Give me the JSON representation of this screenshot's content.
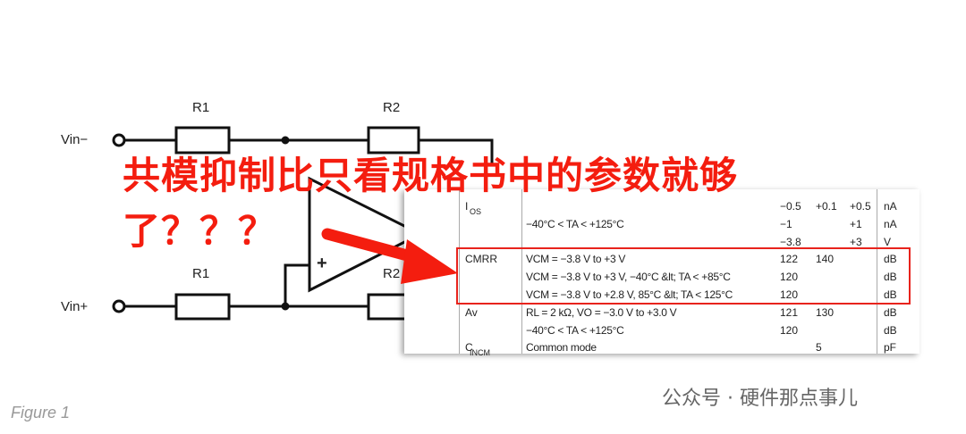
{
  "circuit": {
    "vin_minus": "Vin−",
    "vin_plus": "Vin+",
    "r1_top": "R1",
    "r2_top": "R2",
    "r1_bottom": "R1",
    "r2_bottom": "R2",
    "plus": "+"
  },
  "overlay": {
    "line1": "共模抑制比只看规格书中的参数就够",
    "line2": "了？？？",
    "color": "#f41d0f"
  },
  "table": {
    "rows": [
      {
        "param": "I",
        "sub": "OS",
        "cond": "",
        "min": "−0.5",
        "typ": "+0.1",
        "max": "+0.5",
        "unit": "nA"
      },
      {
        "param": "",
        "sub": "",
        "cond": "−40°C < TA < +125°C",
        "min": "−1",
        "typ": "",
        "max": "+1",
        "unit": "nA"
      },
      {
        "param": "",
        "sub": "",
        "cond": "",
        "min": "−3.8",
        "typ": "",
        "max": "+3",
        "unit": "V"
      },
      {
        "param": "CMRR",
        "sub": "",
        "cond": "VCM = −3.8 V to +3 V",
        "min": "122",
        "typ": "140",
        "max": "",
        "unit": "dB"
      },
      {
        "param": "",
        "sub": "",
        "cond": "VCM = −3.8 V to +3 V, −40°C &lt; TA < +85°C",
        "min": "120",
        "typ": "",
        "max": "",
        "unit": "dB"
      },
      {
        "param": "",
        "sub": "",
        "cond": "VCM = −3.8 V to +2.8 V, 85°C &lt; TA < 125°C",
        "min": "120",
        "typ": "",
        "max": "",
        "unit": "dB"
      },
      {
        "param": "Av",
        "sub": "",
        "cond": "RL = 2 kΩ, VO = −3.0 V to +3.0 V",
        "min": "121",
        "typ": "130",
        "max": "",
        "unit": "dB"
      },
      {
        "param": "",
        "sub": "",
        "cond": "−40°C < TA < +125°C",
        "min": "120",
        "typ": "",
        "max": "",
        "unit": "dB"
      },
      {
        "param": "C",
        "sub": "INCM",
        "cond": "Common mode",
        "min": "",
        "typ": "5",
        "max": "",
        "unit": "pF"
      }
    ]
  },
  "caption": "Figure 1",
  "watermark": "公众号 · 硬件那点事儿"
}
